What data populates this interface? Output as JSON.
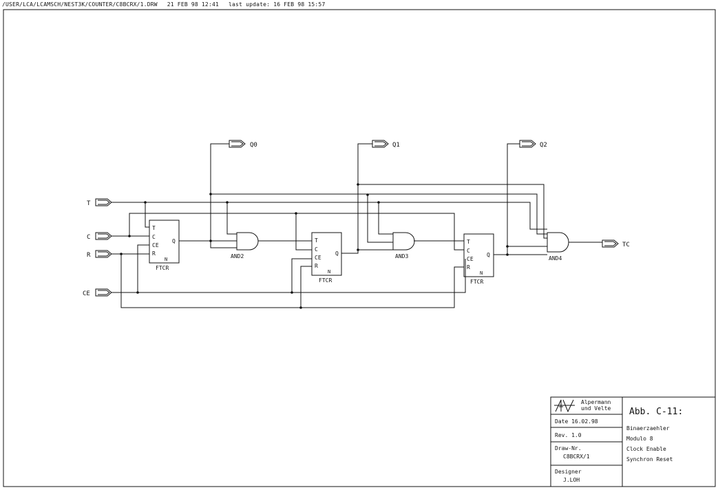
{
  "header": {
    "path": "/USER/LCA/LCAMSCH/NEST3K/COUNTER/C8BCRX/1.DRW",
    "date": "21 FEB 98 12:41",
    "update": "last update: 16 FEB 98 15:57"
  },
  "ports": {
    "inputs": [
      "T",
      "C",
      "R",
      "CE"
    ],
    "outputs": [
      "Q0",
      "Q1",
      "Q2",
      "TC"
    ]
  },
  "gates": [
    "AND2",
    "AND3",
    "AND4"
  ],
  "ff": {
    "name": "FTCR",
    "pins": [
      "T",
      "C",
      "CE",
      "R",
      "Q",
      "N"
    ]
  },
  "titleblock": {
    "company_line1": "Alpermann",
    "company_line2": "und Velte",
    "figure": "Abb. C-11:",
    "date": "Date  16.02.98",
    "rev": "Rev.  1.0",
    "draw_label": "Draw-Nr.",
    "draw_value": "C8BCRX/1",
    "designer_label": "Designer",
    "designer_value": "J.LOH",
    "desc": [
      "Binaerzaehler",
      "Modulo 8",
      "Clock Enable",
      "Synchron Reset"
    ]
  }
}
